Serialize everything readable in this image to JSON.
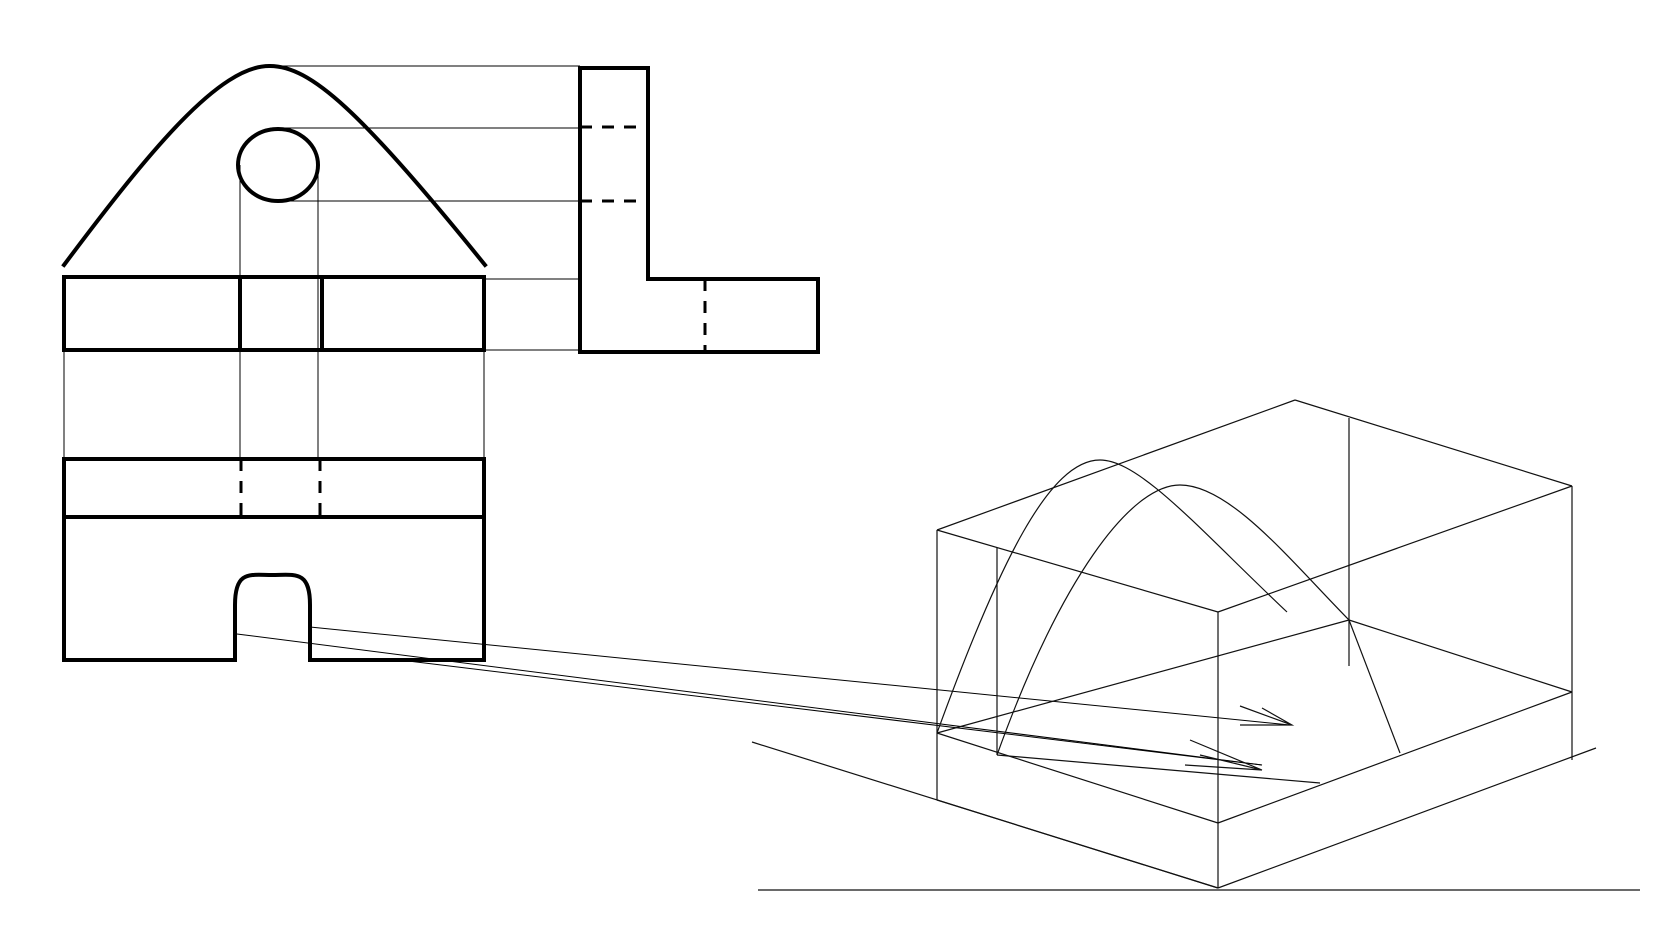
{
  "drawing": {
    "stroke_color": "#000000",
    "background": "#ffffff",
    "views": [
      "front-view",
      "side-view",
      "top-view",
      "isometric-view"
    ]
  }
}
